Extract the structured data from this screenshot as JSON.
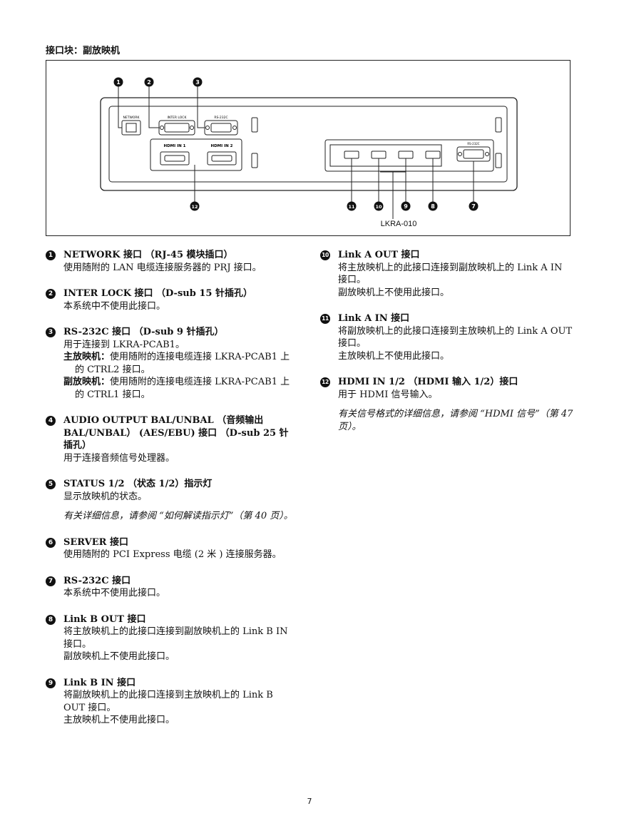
{
  "heading": "接口块：副放映机",
  "figure": {
    "panel_labels": {
      "network": "NETWORK",
      "interlock": "INTER LOCK",
      "rs232c_top": "RS-232C",
      "hdmi_in1": "HDMI IN 1",
      "hdmi_in2": "HDMI IN 2",
      "rs232c_small": "RS-232C"
    },
    "callouts": {
      "c1": "1",
      "c2": "2",
      "c3": "3",
      "c7": "7",
      "c8": "8",
      "c9": "9",
      "c10": "10",
      "c11": "11",
      "c12": "12"
    },
    "board_label": "LKRA-010"
  },
  "left_items": [
    {
      "num": "1",
      "title": "NETWORK 接口 （RJ-45 模块插口）",
      "lines": [
        "使用随附的 LAN 电缆连接服务器的 PRJ 接口。"
      ]
    },
    {
      "num": "2",
      "title": "INTER LOCK 接口 （D-sub 15 针插孔）",
      "lines": [
        "本系统中不使用此接口。"
      ]
    },
    {
      "num": "3",
      "title": "RS-232C 接口 （D-sub 9 针插孔）",
      "line1": "用于连接到 LKRA-PCAB1。",
      "sub1_label": "主放映机：",
      "sub1_text": "使用随附的连接电缆连接 LKRA-PCAB1 上的 CTRL2 接口。",
      "sub2_label": "副放映机：",
      "sub2_text": "使用随附的连接电缆连接 LKRA-PCAB1 上的 CTRL1 接口。"
    },
    {
      "num": "4",
      "title": "AUDIO OUTPUT BAL/UNBAL （音频输出 BAL/UNBAL） (AES/EBU) 接口 （D-sub 25 针插孔）",
      "lines": [
        "用于连接音频信号处理器。"
      ]
    },
    {
      "num": "5",
      "title": "STATUS 1/2 （状态 1/2）指示灯",
      "lines": [
        "显示放映机的状态。"
      ],
      "note": "有关详细信息，请参阅 “如何解读指示灯”（第 40 页）。"
    },
    {
      "num": "6",
      "title": "SERVER 接口",
      "lines": [
        "使用随附的 PCI Express 电缆 (2 米 ) 连接服务器。"
      ]
    },
    {
      "num": "7",
      "title": "RS-232C 接口",
      "lines": [
        "本系统中不使用此接口。"
      ]
    },
    {
      "num": "8",
      "title": "Link B OUT 接口",
      "lines": [
        "将主放映机上的此接口连接到副放映机上的 Link B IN 接口。",
        "副放映机上不使用此接口。"
      ]
    },
    {
      "num": "9",
      "title": "Link B IN 接口",
      "lines": [
        "将副放映机上的此接口连接到主放映机上的 Link B OUT 接口。",
        "主放映机上不使用此接口。"
      ]
    }
  ],
  "right_items": [
    {
      "num": "10",
      "title": "Link A OUT 接口",
      "lines": [
        "将主放映机上的此接口连接到副放映机上的 Link A IN 接口。",
        "副放映机上不使用此接口。"
      ]
    },
    {
      "num": "11",
      "title": "Link A IN 接口",
      "lines": [
        "将副放映机上的此接口连接到主放映机上的 Link A OUT 接口。",
        "主放映机上不使用此接口。"
      ]
    },
    {
      "num": "12",
      "title": "HDMI IN 1/2 （HDMI 输入 1/2）接口",
      "lines": [
        "用于 HDMI 信号输入。"
      ],
      "note": "有关信号格式的详细信息，请参阅 “HDMI 信号”（第 47 页）。"
    }
  ],
  "page_number": "7"
}
